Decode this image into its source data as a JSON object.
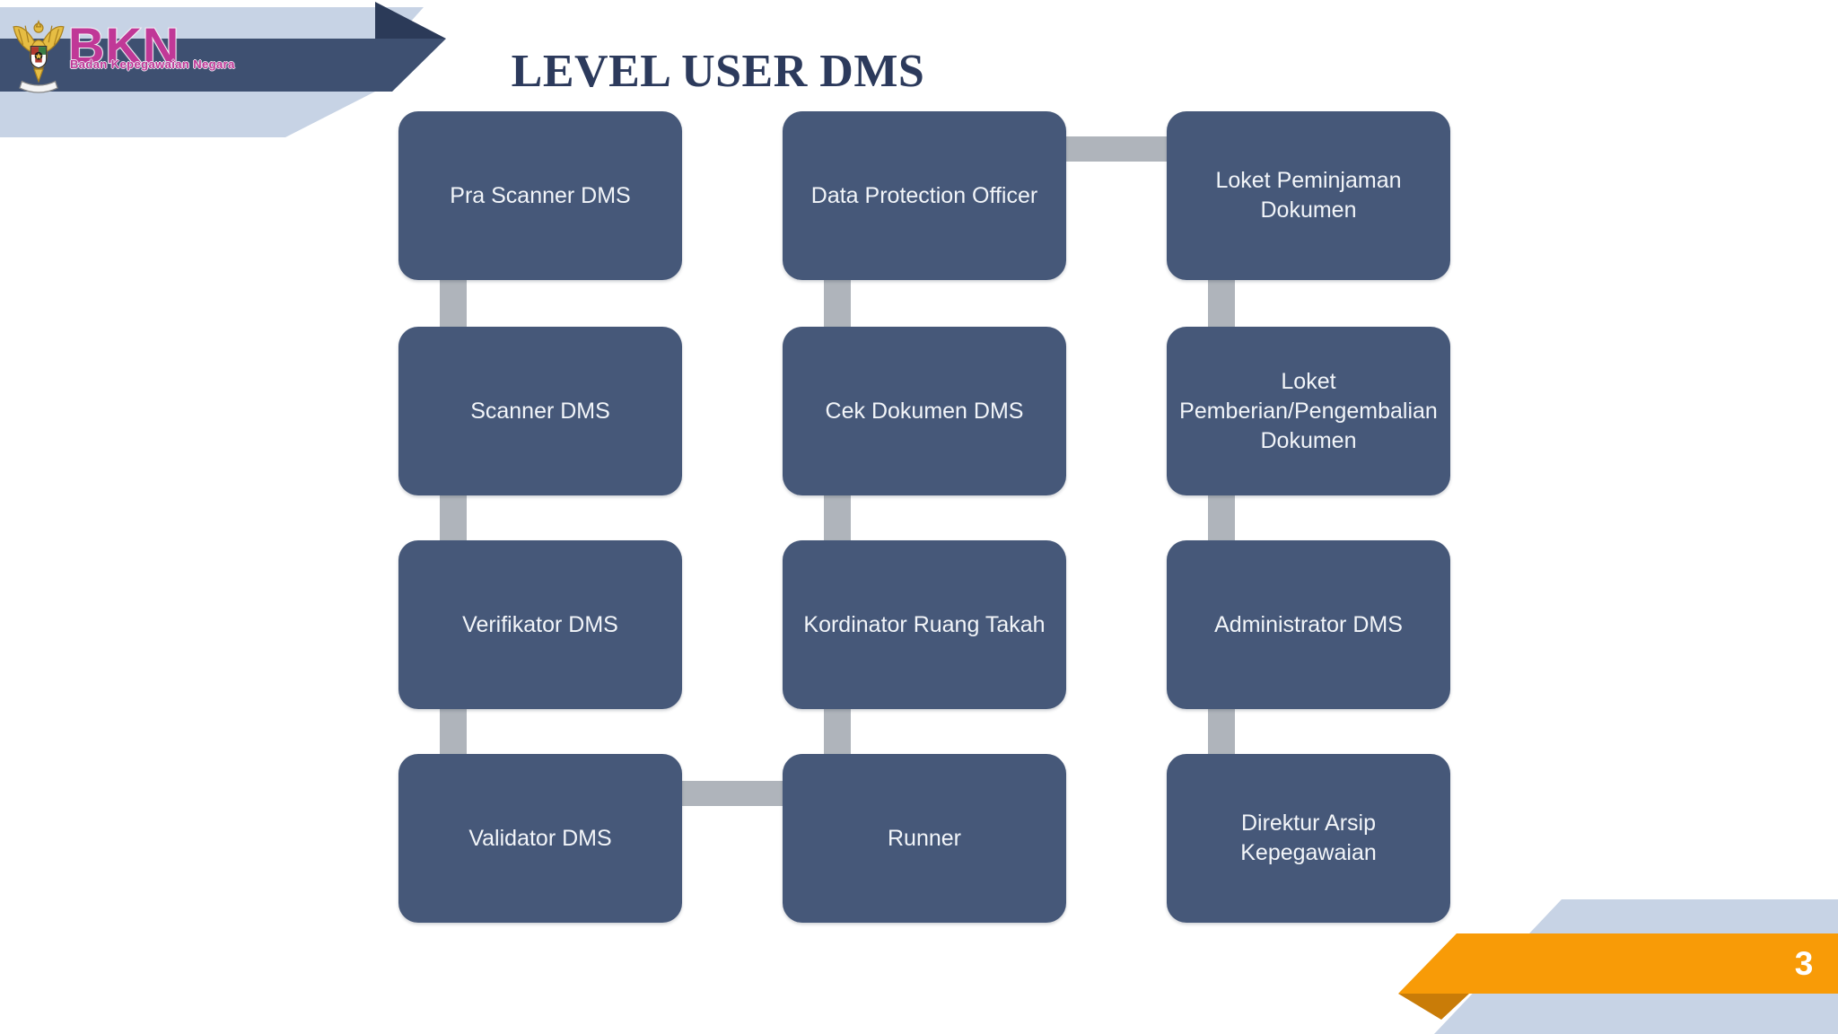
{
  "theme": {
    "box-fill": "#465879",
    "box-text": "#f2f5f9",
    "connector": "#afb4bb",
    "title-color": "#2c3a5c",
    "banner-navy": "#3e5071",
    "banner-navy-dark": "#2b3a58",
    "banner-lightblue": "#c7d3e5",
    "accent-orange": "#f89b07",
    "accent-orange-dark": "#c97c08",
    "logo-magenta": "#c03897"
  },
  "header": {
    "title": "LEVEL USER DMS",
    "logo": {
      "acronym": "BKN",
      "subtitle": "Badan Kepegawaian Negara",
      "emblem_icon": "garuda-pancasila-icon"
    }
  },
  "diagram": {
    "columns": [
      {
        "id": "col-1",
        "boxes": [
          {
            "label": "Pra Scanner DMS"
          },
          {
            "label": "Scanner DMS"
          },
          {
            "label": "Verifikator DMS"
          },
          {
            "label": "Validator DMS"
          }
        ]
      },
      {
        "id": "col-2",
        "boxes": [
          {
            "label": "Data Protection Officer"
          },
          {
            "label": "Cek Dokumen DMS"
          },
          {
            "label": "Kordinator Ruang Takah"
          },
          {
            "label": "Runner"
          }
        ]
      },
      {
        "id": "col-3",
        "boxes": [
          {
            "label": "Loket Peminjaman\nDokumen"
          },
          {
            "label": "Loket\nPemberian/Pengembalian\nDokumen"
          },
          {
            "label": "Administrator DMS"
          },
          {
            "label": "Direktur Arsip\nKepegawaian"
          }
        ]
      }
    ],
    "connections": {
      "vertical": [
        "col-1: box1-box2",
        "col-1: box2-box3",
        "col-1: box3-box4",
        "col-2: box1-box2",
        "col-2: box2-box3",
        "col-2: box3-box4",
        "col-3: box1-box2",
        "col-3: box2-box3",
        "col-3: box3-box4"
      ],
      "horizontal": [
        "Data Protection Officer - Loket Peminjaman Dokumen",
        "Validator DMS - Runner"
      ]
    }
  },
  "footer": {
    "page_number": "3"
  }
}
